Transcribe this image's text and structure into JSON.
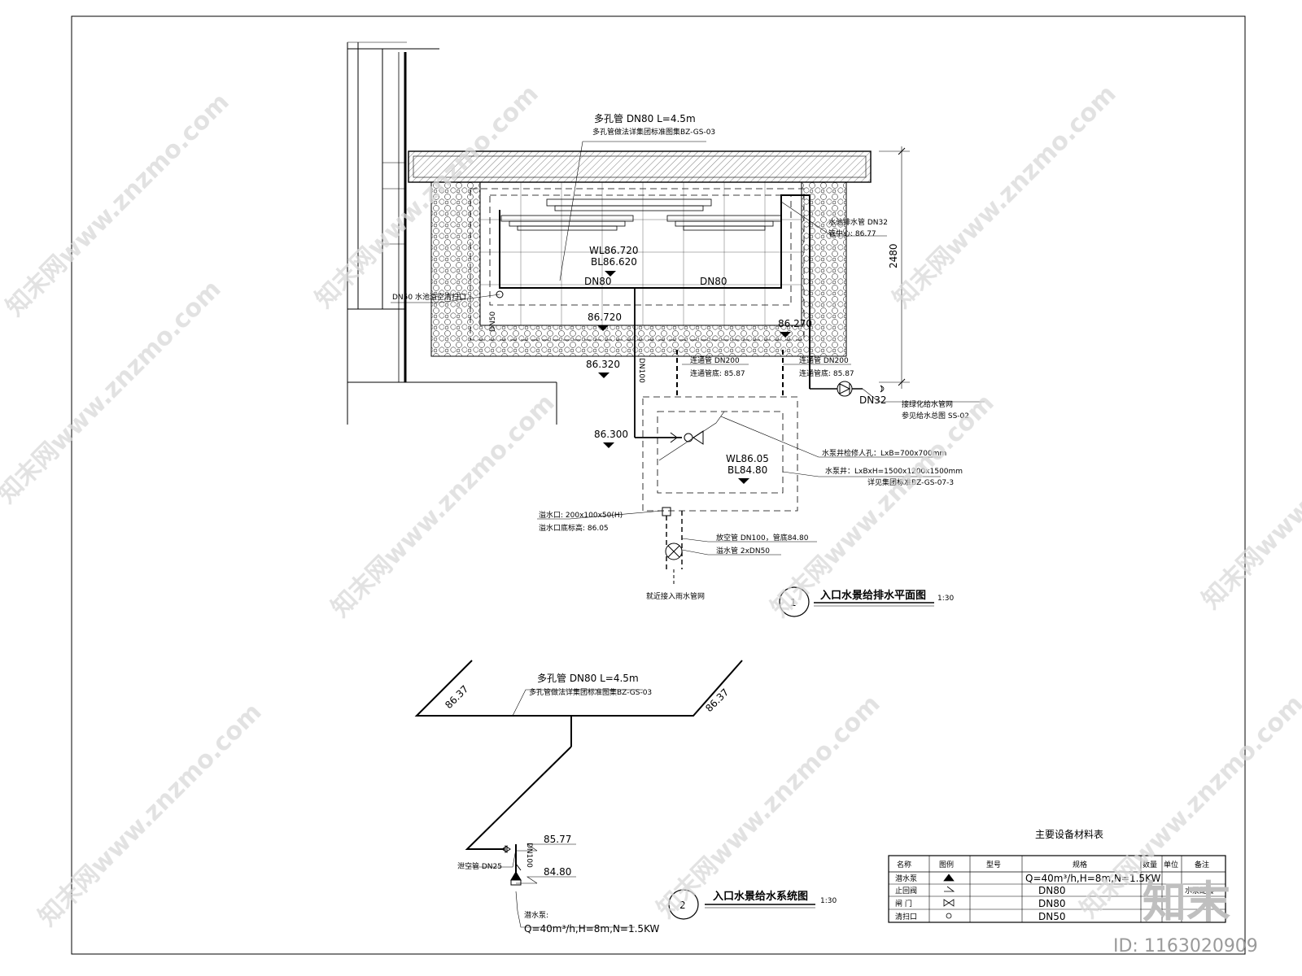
{
  "plan": {
    "pipe1": "多孔管 DN80 L=4.5m",
    "pipe1_ref": "多孔管做法详集团标准图集BZ-GS-03",
    "drain_label": "水池排水管 DN32",
    "drain_elev": "管中心: 86.77",
    "dim_2480": "2480",
    "wl": "WL86.720",
    "bl": "BL86.620",
    "dn80_left": "DN80",
    "dn80_right": "DN80",
    "dn50_cleanout": "DN50 水池溢空清扫口",
    "dn50_v": "DN50",
    "elev_86720": "86.720",
    "elev_86270": "86.270",
    "elev_86320": "86.320",
    "elev_86300": "86.300",
    "dn100_v": "DN100",
    "conn1": "连通管 DN200",
    "conn1_bottom": "连通管底: 85.87",
    "conn2": "连通管 DN200",
    "conn2_bottom": "连通管底: 85.87",
    "dn32": "DN32",
    "green_supply": "接绿化给水管网",
    "green_ref": "参见给水总图 SS-02",
    "manhole": "水泵井检修人孔：LxB=700x700mm",
    "pump_pit": "水泵井：LxBxH=1500x1200x1500mm",
    "pump_pit_ref": "详见集团标准BZ-GS-07-3",
    "wl2": "WL86.05",
    "bl2": "BL84.80",
    "overflow_outlet": "溢水口: 200x100x50(H)",
    "overflow_elev": "溢水口底标高: 86.05",
    "empty_pipe": "放空管 DN100，管底84.80",
    "overflow_pipe": "溢水管 2xDN50",
    "storm_connect": "就近接入雨水管网",
    "title_num": "1",
    "title": "入口水景给排水平面图",
    "scale": "1:30"
  },
  "system": {
    "pipe1": "多孔管 DN80 L=4.5m",
    "pipe1_ref": "多孔管做法详集团标准图集BZ-GS-03",
    "elev_left": "86.37",
    "elev_right": "86.37",
    "elev_8577": "85.77",
    "elev_8480": "84.80",
    "dn100": "DN100",
    "vent": "泄空管 DN25",
    "pump": "潜水泵:",
    "pump_spec": "Q=40m³/h,H=8m,N=1.5KW",
    "title_num": "2",
    "title": "入口水景给水系统图",
    "scale": "1:30"
  },
  "table": {
    "title": "主要设备材料表",
    "headers": [
      "名称",
      "图例",
      "型号",
      "规格",
      "数量",
      "单位",
      "备注"
    ],
    "rows": [
      {
        "name": "潜水泵",
        "spec": "Q=40m³/h,H=8m,N=1.5KW",
        "qty": "",
        "unit": "",
        "note": ""
      },
      {
        "name": "止回阀",
        "spec": "DN80",
        "qty": "",
        "unit": "",
        "note": "水泵配套"
      },
      {
        "name": "闸 门",
        "spec": "DN80",
        "qty": "",
        "unit": "",
        "note": ""
      },
      {
        "name": "清扫口",
        "spec": "DN50",
        "qty": "",
        "unit": "个",
        "note": ""
      }
    ]
  },
  "watermark": {
    "text": "知末网www.znzmo.com",
    "logo": "知末",
    "id": "ID: 1163020909"
  }
}
